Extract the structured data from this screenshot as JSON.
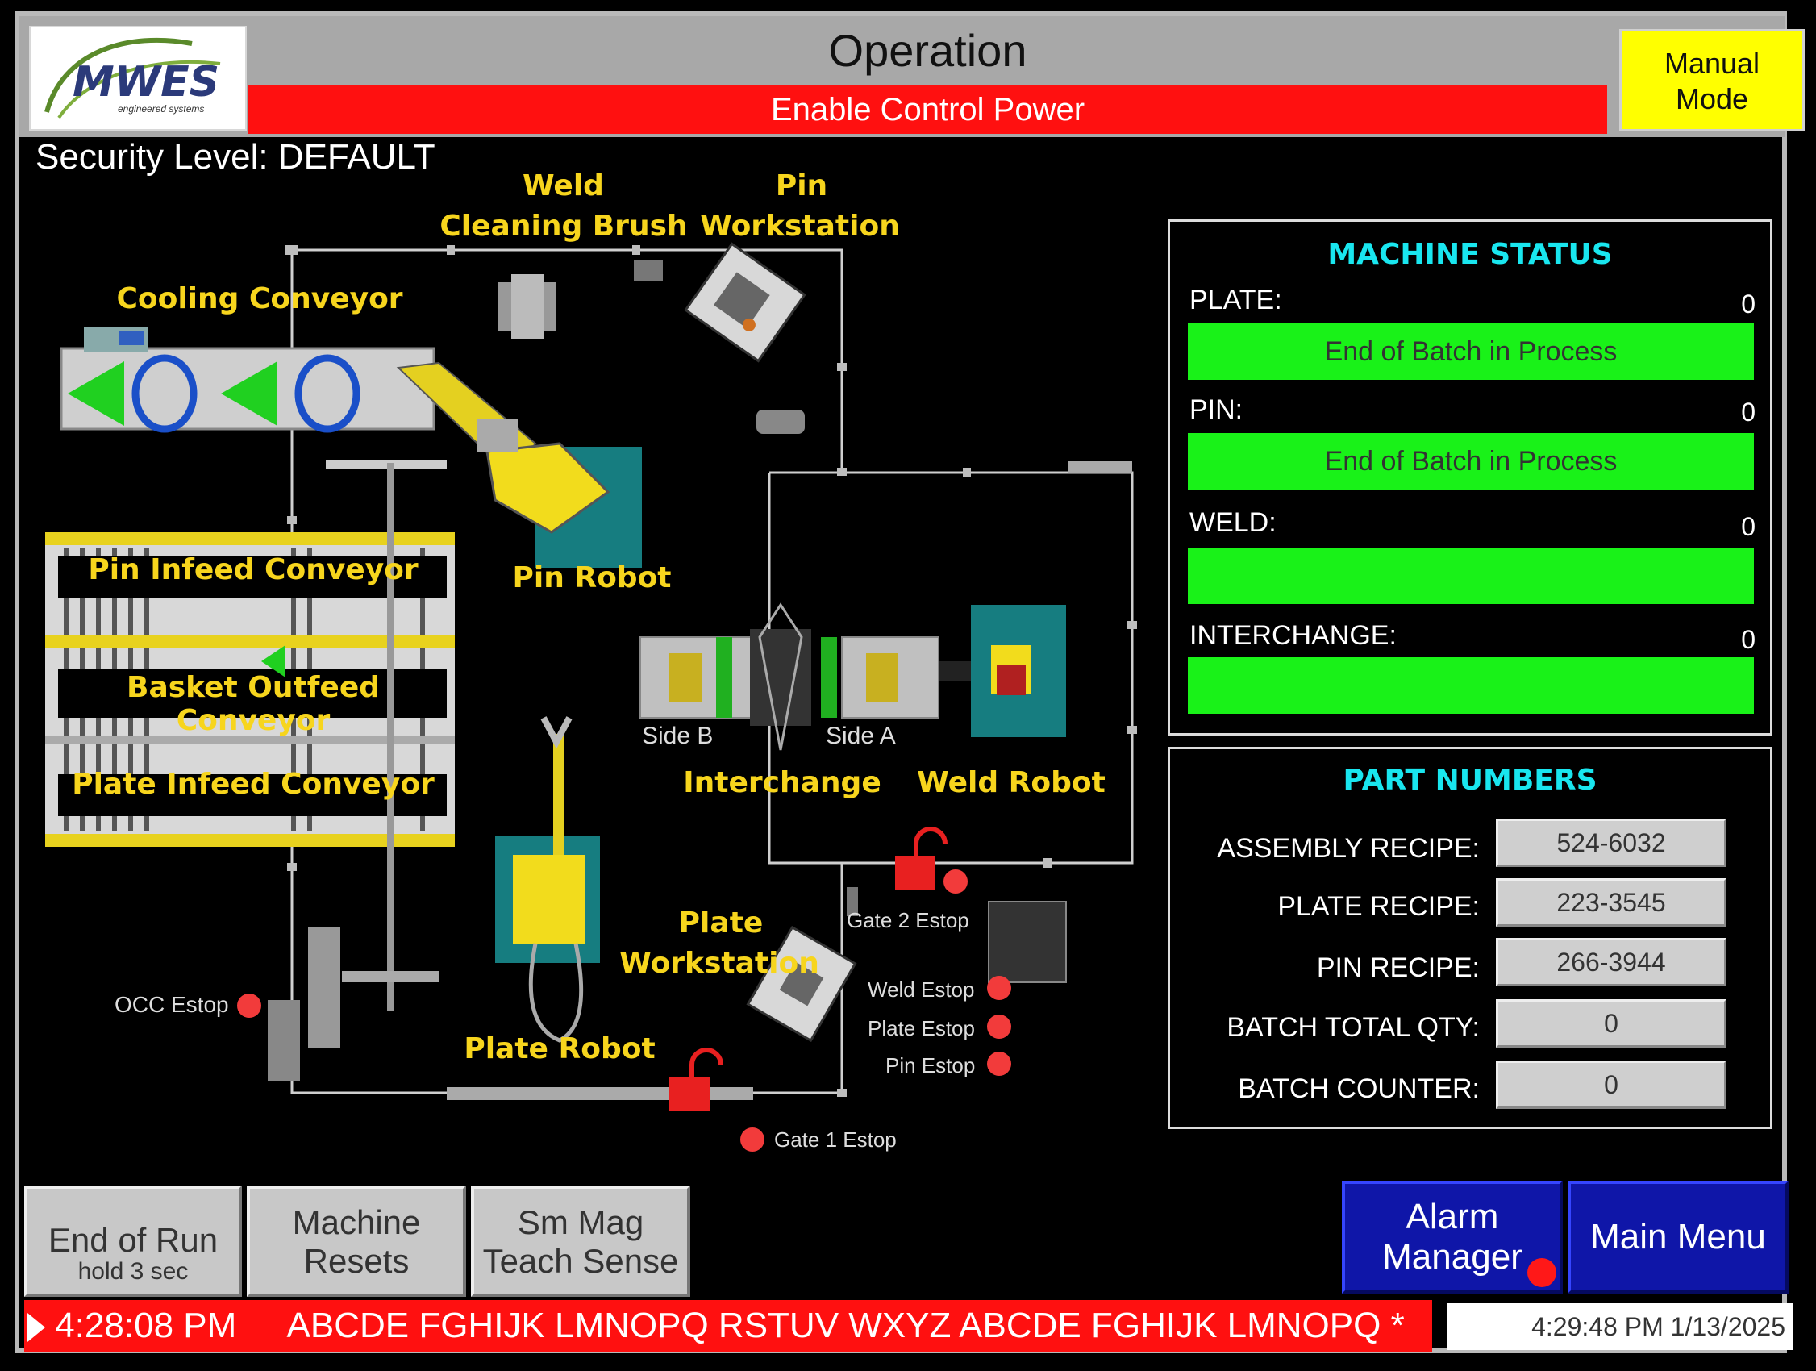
{
  "header": {
    "logo_text": "MWES",
    "logo_subtext": "engineered systems",
    "title": "Operation",
    "power_status": "Enable Control Power",
    "mode_button": "Manual\nMode"
  },
  "security": {
    "text": "Security Level: DEFAULT"
  },
  "diagram": {
    "labels": {
      "weld_brush_1": "Weld",
      "weld_brush_2": "Cleaning Brush",
      "pin_ws_1": "Pin",
      "pin_ws_2": "Workstation",
      "cooling_conveyor": "Cooling Conveyor",
      "pin_infeed": "Pin Infeed Conveyor",
      "basket_outfeed": "Basket Outfeed Conveyor",
      "plate_infeed": "Plate Infeed Conveyor",
      "pin_robot": "Pin Robot",
      "side_b": "Side B",
      "side_a": "Side A",
      "interchange": "Interchange",
      "weld_robot": "Weld Robot",
      "plate_ws_1": "Plate",
      "plate_ws_2": "Workstation",
      "plate_robot": "Plate Robot"
    },
    "estops": {
      "occ": "OCC Estop",
      "gate2": "Gate 2 Estop",
      "weld": "Weld Estop",
      "plate": "Plate Estop",
      "pin": "Pin Estop",
      "gate1": "Gate 1 Estop"
    }
  },
  "machine_status": {
    "title": "MACHINE STATUS",
    "items": [
      {
        "label": "PLATE:",
        "count": "0",
        "status": "End of Batch in Process"
      },
      {
        "label": "PIN:",
        "count": "0",
        "status": "End of Batch in Process"
      },
      {
        "label": "WELD:",
        "count": "0",
        "status": ""
      },
      {
        "label": "INTERCHANGE:",
        "count": "0",
        "status": ""
      }
    ]
  },
  "part_numbers": {
    "title": "PART NUMBERS",
    "items": [
      {
        "label": "ASSEMBLY RECIPE:",
        "value": "524-6032"
      },
      {
        "label": "PLATE RECIPE:",
        "value": "223-3545"
      },
      {
        "label": "PIN RECIPE:",
        "value": "266-3944"
      },
      {
        "label": "BATCH TOTAL QTY:",
        "value": "0"
      },
      {
        "label": "BATCH COUNTER:",
        "value": "0"
      }
    ]
  },
  "buttons": {
    "end_of_run": "End of Run",
    "end_of_run_sub": "hold 3 sec",
    "machine_resets_1": "Machine",
    "machine_resets_2": "Resets",
    "sm_mag_1": "Sm Mag",
    "sm_mag_2": "Teach Sense",
    "alarm_manager_1": "Alarm",
    "alarm_manager_2": "Manager",
    "main_menu": "Main Menu"
  },
  "ticker": {
    "time": "4:28:08 PM",
    "message": "ABCDE FGHIJK LMNOPQ RSTUV WXYZ ABCDE FGHIJK LMNOPQ *"
  },
  "clock": {
    "datetime": "4:29:48 PM 1/13/2025"
  },
  "colors": {
    "alarm_red": "#ff1010",
    "status_green": "#19f218",
    "label_yellow": "#f7d51d",
    "title_cyan": "#19e6ef",
    "mode_yellow": "#ffff00",
    "button_blue": "#0f16a8"
  }
}
